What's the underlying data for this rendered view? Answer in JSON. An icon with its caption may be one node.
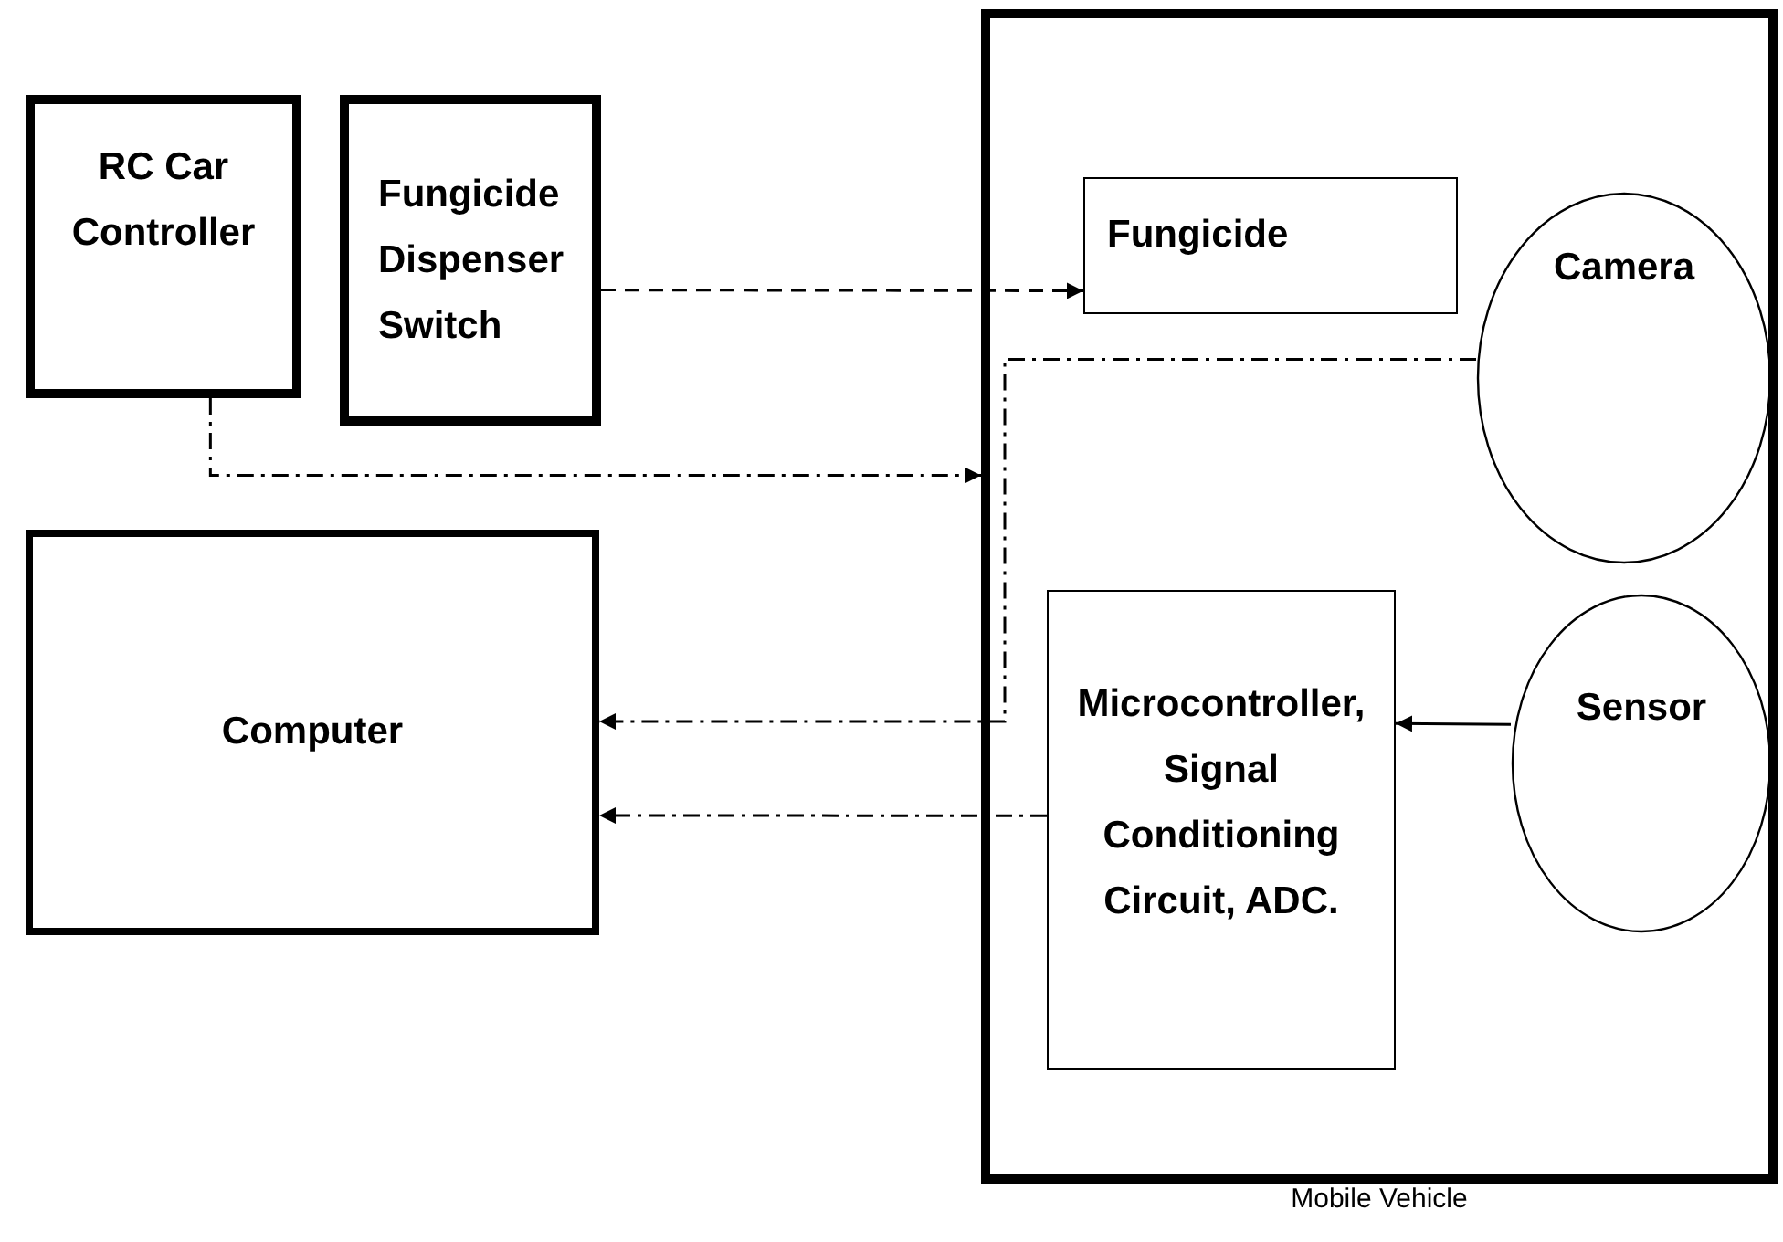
{
  "diagram": {
    "nodes": [
      {
        "text": [
          "RC Car Controller"
        ]
      },
      {
        "text": [
          "Fungicide Dispenser Switch"
        ]
      },
      {
        "text": [
          "Computer"
        ]
      },
      {
        "text": [
          "Mobile Vehicle"
        ]
      },
      {
        "text": [
          "Fungicide"
        ],
        "in": 3
      },
      {
        "text": [
          "Camera"
        ],
        "in": 3
      },
      {
        "text": [
          "Microcontroller, Signal Conditioning Circuit, ADC."
        ],
        "in": 3
      },
      {
        "text": [
          "Sensor"
        ],
        "in": 3
      }
    ],
    "edges": [
      {
        "from": 1,
        "to": 4,
        "arrow": "to",
        "style": "dashed"
      },
      {
        "from": 0,
        "to": 3,
        "arrow": "to",
        "style": "dashed"
      },
      {
        "from": 5,
        "to": 2,
        "arrow": "to",
        "style": "dashed"
      },
      {
        "from": 6,
        "to": 2,
        "arrow": "to",
        "style": "dashed"
      },
      {
        "from": 7,
        "to": 6,
        "arrow": "to"
      }
    ]
  }
}
